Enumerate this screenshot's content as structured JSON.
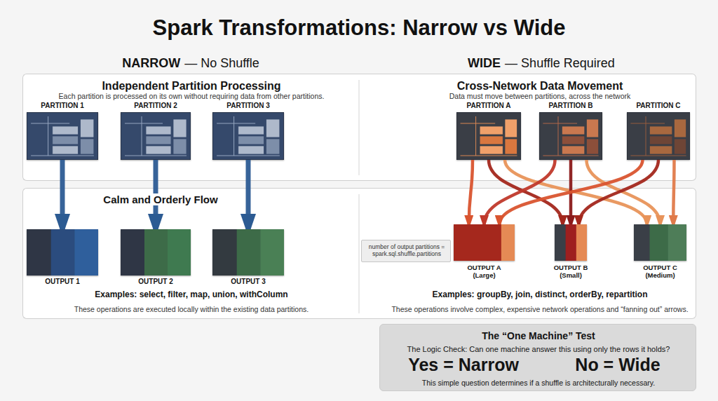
{
  "diagram": {
    "title": "Spark Transformations: Narrow vs Wide",
    "nodes": [
      {
        "text": [
          "Independent Partition Processing",
          "Each partition is processed on its own without requiring data from other partitions."
        ]
      },
      {
        "text": [
          "PARTITION 1"
        ],
        "in": 0
      },
      {
        "text": [
          "PARTITION 2"
        ],
        "in": 0
      },
      {
        "text": [
          "PARTITION 3"
        ],
        "in": 0
      },
      {
        "text": [
          "Cross-Network Data Movement",
          "Data must move between partitions, across the network"
        ]
      },
      {
        "text": [
          "PARTITION A"
        ],
        "in": 4
      },
      {
        "text": [
          "PARTITION B"
        ],
        "in": 4
      },
      {
        "text": [
          "PARTITION C"
        ],
        "in": 4
      },
      {
        "text": [
          "Calm and Orderly Flow",
          "Examples: select, filter, map, union, withColumn",
          "These operations are executed locally within the existing data partitions."
        ]
      },
      {
        "text": [
          "OUTPUT 1"
        ],
        "in": 8
      },
      {
        "text": [
          "OUTPUT 2"
        ],
        "in": 8
      },
      {
        "text": [
          "OUTPUT 3"
        ],
        "in": 8
      },
      {
        "text": [
          "Examples: groupBy, join, distinct, orderBy, repartition",
          "These operations involve complex, expensive network operations and “fanning out” arrows."
        ]
      },
      {
        "text": [
          "number of output partitions = spark.sql.shuffle.partitions"
        ],
        "in": 12
      },
      {
        "text": [
          "OUTPUT A (Large)"
        ],
        "in": 12
      },
      {
        "text": [
          "OUTPUT B (Small)"
        ],
        "in": 12
      },
      {
        "text": [
          "OUTPUT C (Medium)"
        ],
        "in": 12
      },
      {
        "text": [
          "The “One Machine” Test",
          "The Logic Check: Can one machine answer this using only the rows it holds?",
          "Yes = Narrow",
          "No = Wide",
          "This simple question determines if a shuffle is architecturally necessary."
        ]
      }
    ],
    "edges": [
      {
        "from": 1,
        "to": 9,
        "arrow": "to"
      },
      {
        "from": 2,
        "to": 10,
        "arrow": "to"
      },
      {
        "from": 3,
        "to": 11,
        "arrow": "to"
      },
      {
        "from": 5,
        "to": 14,
        "arrow": "to"
      },
      {
        "from": 5,
        "to": 15,
        "arrow": "to"
      },
      {
        "from": 5,
        "to": 16,
        "arrow": "to"
      },
      {
        "from": 6,
        "to": 14,
        "arrow": "to"
      },
      {
        "from": 6,
        "to": 15,
        "arrow": "to"
      },
      {
        "from": 6,
        "to": 16,
        "arrow": "to"
      },
      {
        "from": 7,
        "to": 14,
        "arrow": "to"
      },
      {
        "from": 7,
        "to": 15,
        "arrow": "to"
      },
      {
        "from": 7,
        "to": 16,
        "arrow": "to"
      }
    ],
    "labels": [
      "NARROW",
      "— No Shuffle",
      "WIDE",
      "— Shuffle Required"
    ]
  }
}
